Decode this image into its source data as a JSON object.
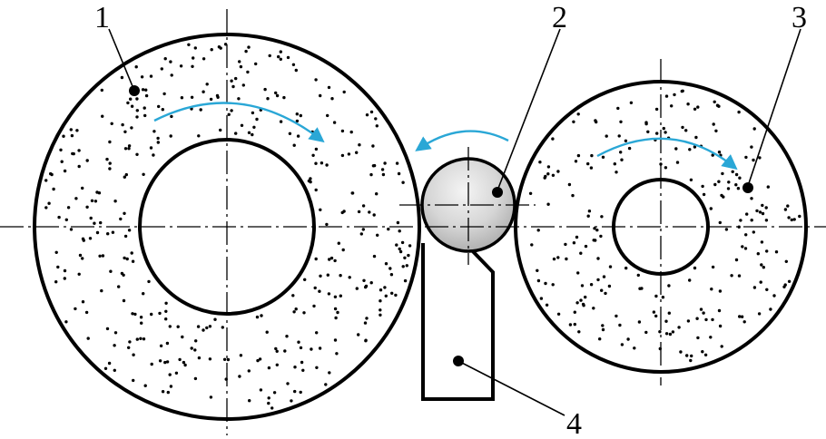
{
  "labels": {
    "wheel_1": "1",
    "ball_2": "2",
    "wheel_3": "3",
    "support_4": "4"
  },
  "colors": {
    "rotation_arrow": "#2aa7d6",
    "outline": "#000000",
    "ball_fill_light": "#f2f2f2",
    "ball_fill_dark": "#b9b9b9"
  }
}
